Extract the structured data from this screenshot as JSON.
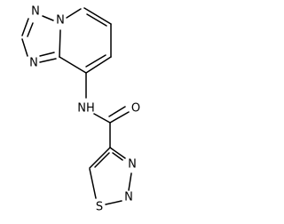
{
  "molecule": {
    "atom_labels": {
      "n_triazole_top": "N",
      "n_bridgehead": "N",
      "n_triazole_left": "N",
      "amide_nh": "NH",
      "carbonyl_o": "O",
      "n_thiadiazole_upper": "N",
      "n_thiadiazole_lower": "N",
      "s_thiadiazole": "S"
    }
  },
  "colors": {
    "bond": "#000000",
    "label": "#000000",
    "background": "#ffffff"
  }
}
